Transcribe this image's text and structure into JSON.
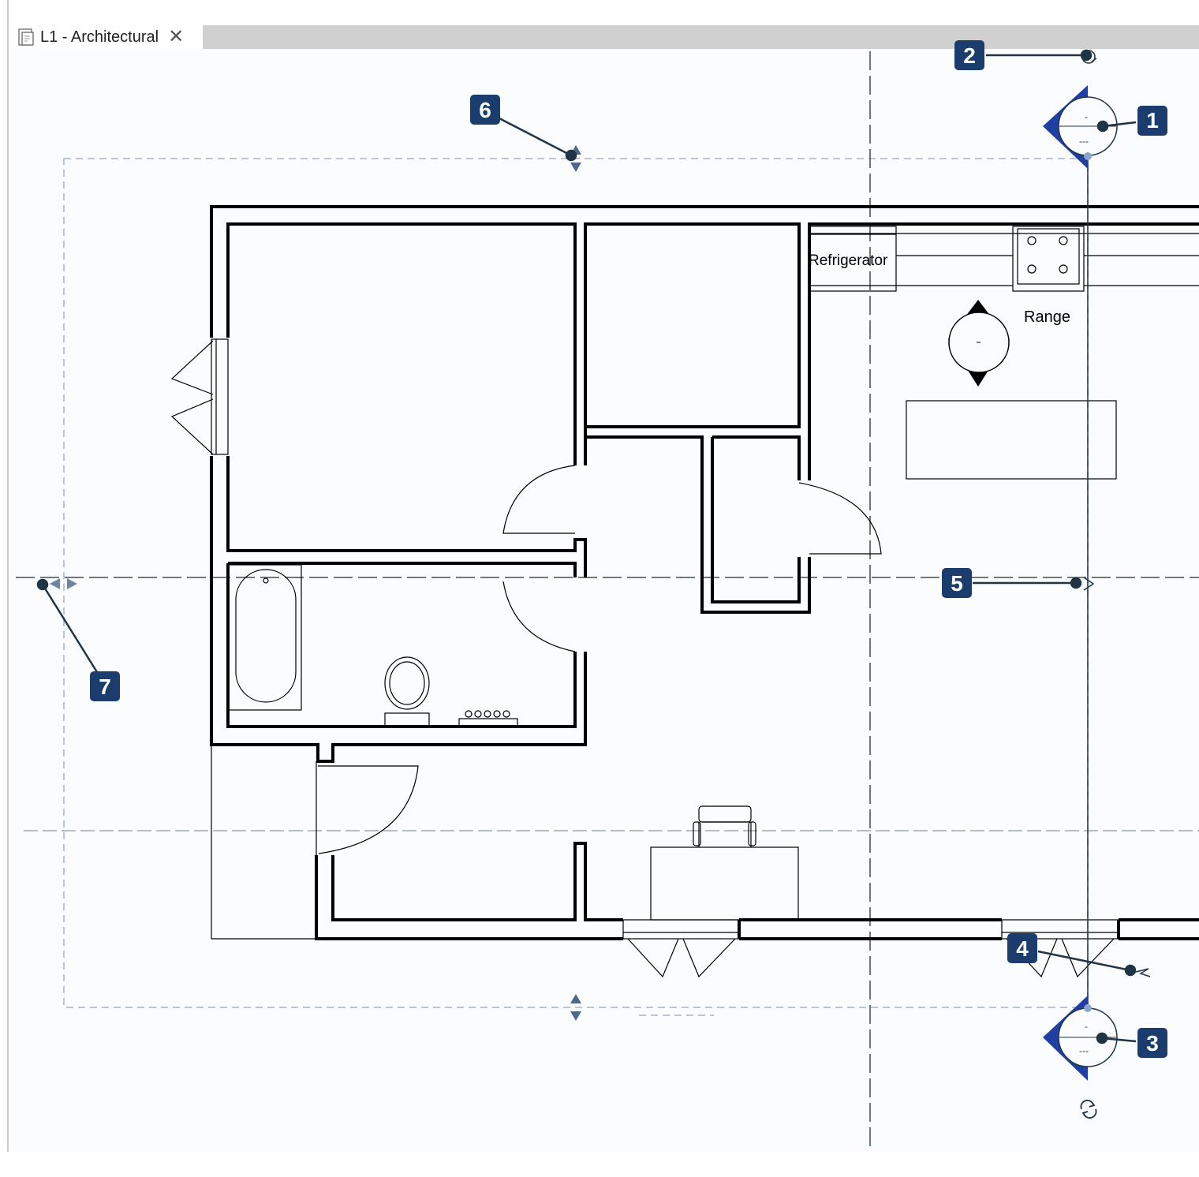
{
  "window": {
    "tab_title": "L1 - Architectural",
    "tab_close_glyph": "✕",
    "tab_icon": "view-plan-icon"
  },
  "plan": {
    "room_labels": {
      "refrigerator": "Refrigerator",
      "range": "Range"
    },
    "callouts": [
      "1",
      "2",
      "3",
      "4",
      "5",
      "6",
      "7"
    ]
  },
  "colors": {
    "callout_fill": "#1b3d6e",
    "callout_text": "#ffffff",
    "marker_blue": "#1f3fa3",
    "wall": "#000000",
    "crop_dash": "#b7c6d2",
    "grid_dash": "#3f4d50"
  }
}
